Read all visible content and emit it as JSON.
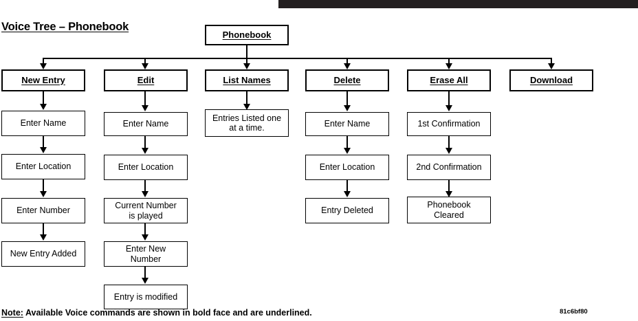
{
  "page": {
    "title": "Voice Tree – Phonebook",
    "note_label": "Note:",
    "note_text": " Available Voice commands are shown in bold face and are underlined.",
    "doc_code": "81c6bf80",
    "top_bar_color": "#231f20",
    "line_color": "#000000",
    "background": "#ffffff"
  },
  "root": {
    "label": "Phonebook"
  },
  "branches": [
    {
      "command": "New Entry",
      "steps": [
        {
          "label": "Enter Name"
        },
        {
          "label": "Enter Location"
        },
        {
          "label": "Enter Number"
        },
        {
          "label": "New Entry Added"
        }
      ]
    },
    {
      "command": "Edit",
      "steps": [
        {
          "label": "Enter Name"
        },
        {
          "label": "Enter Location"
        },
        {
          "label": "Current Number\nis played"
        },
        {
          "label": "Enter New\nNumber"
        },
        {
          "label": "Entry is modified"
        }
      ]
    },
    {
      "command": "List Names",
      "steps": [
        {
          "label": "Entries Listed one\nat a time."
        }
      ]
    },
    {
      "command": "Delete",
      "steps": [
        {
          "label": "Enter Name"
        },
        {
          "label": "Enter Location"
        },
        {
          "label": "Entry Deleted"
        }
      ]
    },
    {
      "command": "Erase All",
      "steps": [
        {
          "label": "1st Confirmation"
        },
        {
          "label": "2nd Confirmation"
        },
        {
          "label": "Phonebook\nCleared"
        }
      ]
    },
    {
      "command": "Download",
      "steps": []
    }
  ]
}
